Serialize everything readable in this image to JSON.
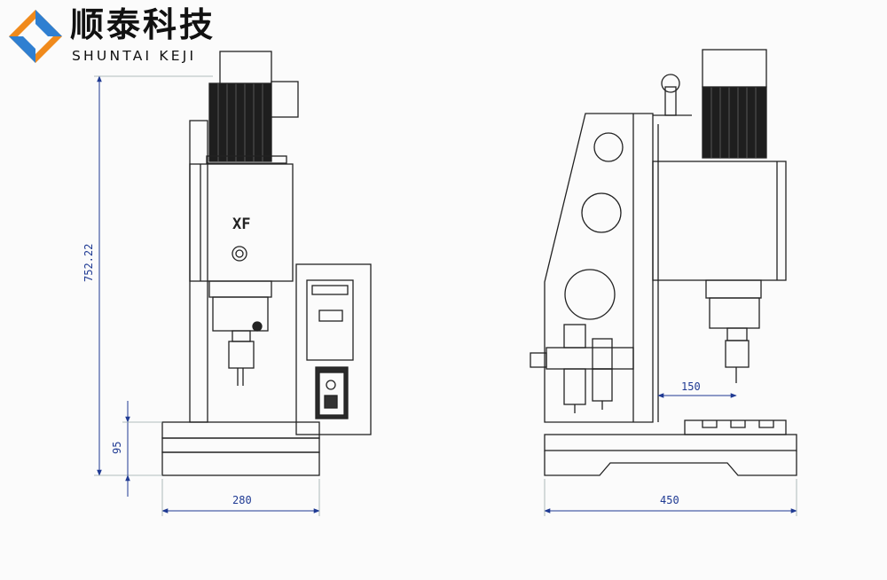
{
  "brand": {
    "name_cn": "顺泰科技",
    "name_en": "SHUNTAI KEJI",
    "colors": {
      "blue": "#2f7fd1",
      "orange": "#f08a1c"
    }
  },
  "front_view": {
    "model_label": "XF",
    "dimensions": {
      "total_height": "752.22",
      "base_height": "95",
      "width": "280"
    }
  },
  "side_view": {
    "dimensions": {
      "throat_depth": "150",
      "depth": "450"
    }
  },
  "colors": {
    "line": "#222222",
    "dimension": "#1f3a93",
    "background": "#fbfbfb"
  }
}
